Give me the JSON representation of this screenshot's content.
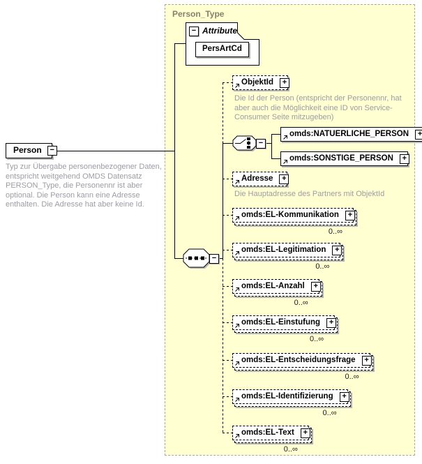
{
  "root": {
    "name": "Person",
    "description": "Typ zur Übergabe personenbezogener Daten, entspricht weitgehend OMDS Datensatz PERSON_Type, die Personennr ist aber optional. Die Person kann eine Adresse enthalten. Die Adresse hat aber keine Id."
  },
  "container": {
    "title": "Person_Type"
  },
  "attribute_group": {
    "label": "Attribute",
    "attributes": [
      {
        "name": "PersArtCd"
      }
    ]
  },
  "choice": {
    "options": [
      {
        "name": "omds:NATUERLICHE_PERSON"
      },
      {
        "name": "omds:SONSTIGE_PERSON"
      }
    ]
  },
  "elements": [
    {
      "name": "ObjektId",
      "description": "Die Id der Person (entspricht der Personennr, hat aber auch die Möglichkeit eine ID von Service-Consumer Seite mitzugeben)"
    },
    {
      "name": "Adresse",
      "description": "Die Hauptadresse des Partners mit ObjektId"
    },
    {
      "name": "omds:EL-Kommunikation",
      "occurs": "0..∞"
    },
    {
      "name": "omds:EL-Legitimation",
      "occurs": "0..∞"
    },
    {
      "name": "omds:EL-Anzahl",
      "occurs": "0..∞"
    },
    {
      "name": "omds:EL-Einstufung",
      "occurs": "0..∞"
    },
    {
      "name": "omds:EL-Entscheidungsfrage",
      "occurs": "0..∞"
    },
    {
      "name": "omds:EL-Identifizierung",
      "occurs": "0..∞"
    },
    {
      "name": "omds:EL-Text",
      "occurs": "0..∞"
    }
  ],
  "icons": {
    "expand": "+",
    "collapse": "−"
  }
}
